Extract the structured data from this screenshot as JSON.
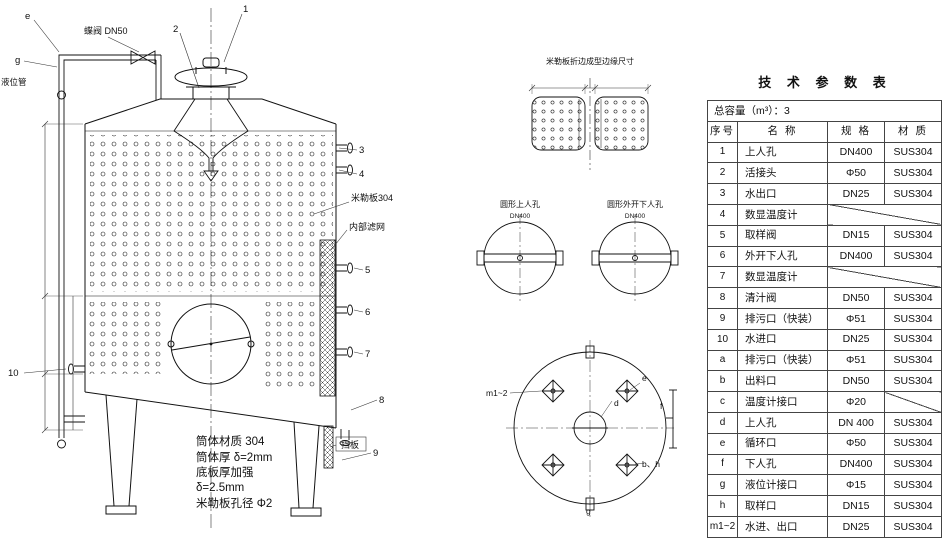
{
  "main_drawing": {
    "labels": {
      "butterfly_valve": "蝶阀 DN50",
      "level_tube": "液位管",
      "miller_plate": "米勒板304",
      "inner_filter": "内部滤网",
      "baffle": "挡板"
    },
    "notes": [
      "筒体材质 304",
      "筒体厚 δ=2mm",
      "底板厚加强",
      "δ=2.5mm",
      "米勒板孔径 Φ2"
    ],
    "callouts": {
      "c1": "1",
      "c2": "2",
      "c3": "3",
      "c4": "4",
      "c5": "5",
      "c6": "6",
      "c7": "7",
      "c8": "8",
      "c9": "9",
      "c10": "10",
      "ce": "e",
      "cg": "g"
    }
  },
  "detail_views": {
    "edge_detail_title": "米勒板折边成型边缘尺寸",
    "top_manhole": {
      "label": "圆形上人孔",
      "size": "DN400"
    },
    "lower_manhole": {
      "label": "圆形外开下人孔",
      "size": "DN400"
    },
    "plan": {
      "m": "m1~2",
      "d": "d",
      "e": "e",
      "f": "f",
      "g": "g",
      "bh": "b、h"
    }
  },
  "table": {
    "title": "技 术 参 数 表",
    "capacity": "总容量（m³）：3",
    "headers": [
      "序号",
      "名 称",
      "规 格",
      "材 质"
    ],
    "rows": [
      [
        "1",
        "上人孔",
        "DN400",
        "SUS304"
      ],
      [
        "2",
        "活接头",
        "Φ50",
        "SUS304"
      ],
      [
        "3",
        "水出口",
        "DN25",
        "SUS304"
      ],
      [
        "4",
        "数显温度计",
        "",
        ""
      ],
      [
        "5",
        "取样阀",
        "DN15",
        "SUS304"
      ],
      [
        "6",
        "外开下人孔",
        "DN400",
        "SUS304"
      ],
      [
        "7",
        "数显温度计",
        "",
        ""
      ],
      [
        "8",
        "清汁阀",
        "DN50",
        "SUS304"
      ],
      [
        "9",
        "排污口（快装）",
        "Φ51",
        "SUS304"
      ],
      [
        "10",
        "水进口",
        "DN25",
        "SUS304"
      ],
      [
        "a",
        "排污口（快装）",
        "Φ51",
        "SUS304"
      ],
      [
        "b",
        "出料口",
        "DN50",
        "SUS304"
      ],
      [
        "c",
        "温度计接口",
        "Φ20",
        ""
      ],
      [
        "d",
        "上人孔",
        "DN 400",
        "SUS304"
      ],
      [
        "e",
        "循环口",
        "Φ50",
        "SUS304"
      ],
      [
        "f",
        "下人孔",
        "DN400",
        "SUS304"
      ],
      [
        "g",
        "液位计接口",
        "Φ15",
        "SUS304"
      ],
      [
        "h",
        "取样口",
        "DN15",
        "SUS304"
      ],
      [
        "m1~2",
        "水进、出口",
        "DN25",
        "SUS304"
      ]
    ]
  }
}
